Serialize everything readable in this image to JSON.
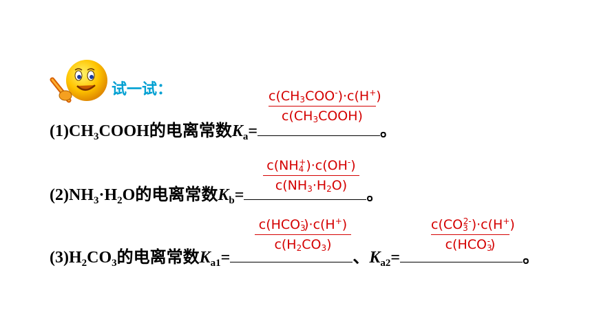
{
  "header": {
    "label": "试一试："
  },
  "questions": [
    {
      "number": "(1)",
      "formula": [
        "CH",
        "3",
        "COOH"
      ],
      "text": "的电离常数",
      "k_symbol": "K",
      "k_sub": "a",
      "equals": "=",
      "end": "。",
      "answer": {
        "numerator": [
          "c(CH",
          "3",
          "COO",
          "-",
          ")·c(H",
          "+",
          ")"
        ],
        "denominator": [
          "c(CH",
          "3",
          "COOH)"
        ]
      }
    },
    {
      "number": "(2)",
      "formula": [
        "NH",
        "3",
        "·H",
        "2",
        "O"
      ],
      "text": "的电离常数",
      "k_symbol": "K",
      "k_sub": "b",
      "equals": "=",
      "end": "。",
      "answer": {
        "numerator": [
          "c(NH",
          "4",
          "+",
          ")·c(OH",
          "-",
          ")"
        ],
        "denominator": [
          "c(NH",
          "3",
          "·H",
          "2",
          "O)"
        ]
      }
    },
    {
      "number": "(3)",
      "formula": [
        "H",
        "2",
        "CO",
        "3"
      ],
      "text": "的电离常数",
      "k_symbol": "K",
      "k1_sub": "a1",
      "k2_sub": "a2",
      "equals": "=",
      "separator": "、",
      "end": "。",
      "answer1": {
        "numerator": [
          "c(HCO",
          "3",
          "-",
          ")·c(H",
          "+",
          ")"
        ],
        "denominator": [
          "c(H",
          "2",
          "CO",
          "3",
          ")"
        ]
      },
      "answer2": {
        "numerator": [
          "c(CO",
          "3",
          "2-",
          ")·c(H",
          "+",
          ")"
        ],
        "denominator": [
          "c(HCO",
          "3",
          "-",
          ")"
        ]
      }
    }
  ],
  "colors": {
    "answer": "#d40000",
    "header": "#00a0d2",
    "text": "#000000"
  },
  "icons": [
    "smiley-pencil-icon"
  ]
}
